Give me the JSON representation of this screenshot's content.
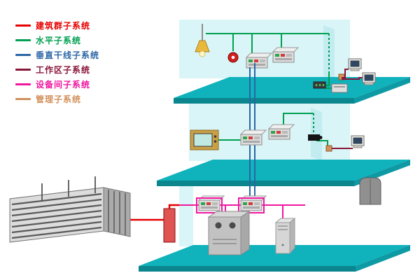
{
  "legend": {
    "items": [
      {
        "label": "建筑群子系统",
        "color": "#e60000"
      },
      {
        "label": "水平子系统",
        "color": "#00a050"
      },
      {
        "label": "垂直干线子系统",
        "color": "#2a66a5"
      },
      {
        "label": "工作区子系统",
        "color": "#8a1538"
      },
      {
        "label": "设备间子系统",
        "color": "#f016a0"
      },
      {
        "label": "管理子系统",
        "color": "#d2905a"
      }
    ]
  },
  "colors": {
    "floor": "#10b2bc",
    "floor_front": "#0b868e",
    "floor_side": "#0d9aa4",
    "wall": "#daf5f7",
    "wall_shade": "#c2ecf0",
    "building_red": "#e60000",
    "horizontal_green": "#00a050",
    "backbone_blue": "#2a66a5",
    "workarea_maroon": "#8a1538",
    "equipment_magenta": "#f016a0",
    "management_tan": "#d2905a"
  },
  "diagram": {
    "building": "campus-building",
    "floors": [
      {
        "name": "top-floor",
        "devices": [
          "ceiling-lamp",
          "fire-alarm",
          "patch-panel",
          "patch-panel",
          "hub",
          "printer",
          "computer",
          "computer"
        ]
      },
      {
        "name": "middle-floor",
        "devices": [
          "tv-monitor",
          "patch-panel",
          "patch-panel",
          "camera",
          "outlet-box",
          "computer"
        ]
      },
      {
        "name": "ground-floor",
        "devices": [
          "cable-riser",
          "patch-panel",
          "patch-panel",
          "equipment-cabinet",
          "server-tower",
          "door"
        ]
      }
    ]
  }
}
